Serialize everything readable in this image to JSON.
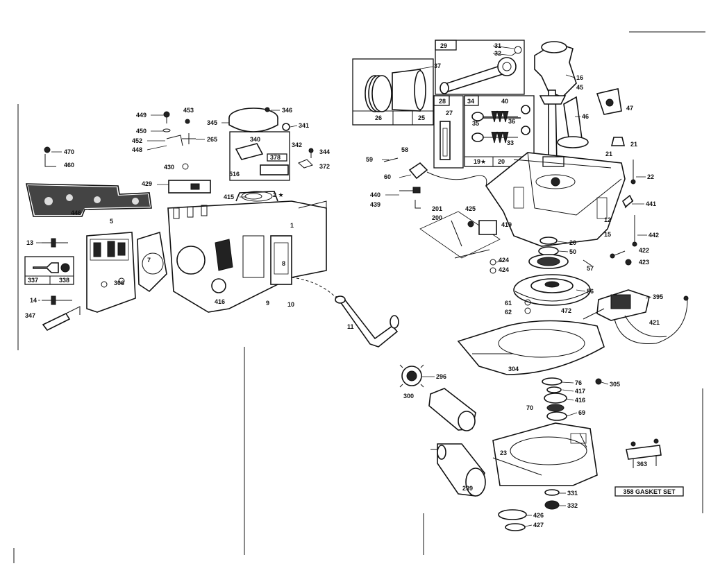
{
  "callouts": [
    {
      "id": "c449",
      "text": "449"
    },
    {
      "id": "c453",
      "text": "453"
    },
    {
      "id": "c345",
      "text": "345"
    },
    {
      "id": "c346",
      "text": "346"
    },
    {
      "id": "c450",
      "text": "450"
    },
    {
      "id": "c341",
      "text": "341"
    },
    {
      "id": "c452",
      "text": "452"
    },
    {
      "id": "c265",
      "text": "265"
    },
    {
      "id": "c448",
      "text": "448"
    },
    {
      "id": "c340",
      "text": "340"
    },
    {
      "id": "c342",
      "text": "342"
    },
    {
      "id": "c344",
      "text": "344"
    },
    {
      "id": "c470",
      "text": "470"
    },
    {
      "id": "c460",
      "text": "460"
    },
    {
      "id": "c378",
      "text": "378"
    },
    {
      "id": "c430",
      "text": "430"
    },
    {
      "id": "c372",
      "text": "372"
    },
    {
      "id": "c516",
      "text": "516"
    },
    {
      "id": "c429",
      "text": "429"
    },
    {
      "id": "c415",
      "text": "415"
    },
    {
      "id": "c2",
      "text": "2 ★"
    },
    {
      "id": "c446",
      "text": "446"
    },
    {
      "id": "c5",
      "text": "5"
    },
    {
      "id": "c1",
      "text": "1"
    },
    {
      "id": "c13",
      "text": "13"
    },
    {
      "id": "c7",
      "text": "7"
    },
    {
      "id": "c8",
      "text": "8"
    },
    {
      "id": "c337",
      "text": "337"
    },
    {
      "id": "c338",
      "text": "338"
    },
    {
      "id": "c306",
      "text": "306"
    },
    {
      "id": "c416",
      "text": "416"
    },
    {
      "id": "c9",
      "text": "9"
    },
    {
      "id": "c10",
      "text": "10"
    },
    {
      "id": "c14",
      "text": "14"
    },
    {
      "id": "c347",
      "text": "347"
    },
    {
      "id": "c11",
      "text": "11"
    },
    {
      "id": "c31",
      "text": "31"
    },
    {
      "id": "c32",
      "text": "32"
    },
    {
      "id": "c29",
      "text": "29"
    },
    {
      "id": "c37",
      "text": "37"
    },
    {
      "id": "c26",
      "text": "26"
    },
    {
      "id": "c25",
      "text": "25"
    },
    {
      "id": "c16",
      "text": "16"
    },
    {
      "id": "c45",
      "text": "45"
    },
    {
      "id": "c28",
      "text": "28"
    },
    {
      "id": "c27",
      "text": "27"
    },
    {
      "id": "c34",
      "text": "34"
    },
    {
      "id": "c40",
      "text": "40"
    },
    {
      "id": "c35",
      "text": "35"
    },
    {
      "id": "c36",
      "text": "36"
    },
    {
      "id": "c33",
      "text": "33"
    },
    {
      "id": "c19",
      "text": "19★"
    },
    {
      "id": "c20",
      "text": "20"
    },
    {
      "id": "c46",
      "text": "46"
    },
    {
      "id": "c47",
      "text": "47"
    },
    {
      "id": "c21a",
      "text": "21"
    },
    {
      "id": "c21b",
      "text": "21"
    },
    {
      "id": "c59",
      "text": "59"
    },
    {
      "id": "c58",
      "text": "58"
    },
    {
      "id": "c60",
      "text": "60"
    },
    {
      "id": "c22",
      "text": "22"
    },
    {
      "id": "c440",
      "text": "440"
    },
    {
      "id": "c439",
      "text": "439"
    },
    {
      "id": "c201",
      "text": "201"
    },
    {
      "id": "c200",
      "text": "200"
    },
    {
      "id": "c425",
      "text": "425"
    },
    {
      "id": "c419",
      "text": "419"
    },
    {
      "id": "c441",
      "text": "441"
    },
    {
      "id": "c12",
      "text": "12"
    },
    {
      "id": "c15",
      "text": "15"
    },
    {
      "id": "c442",
      "text": "442"
    },
    {
      "id": "c20b",
      "text": "20"
    },
    {
      "id": "c50",
      "text": "50"
    },
    {
      "id": "c422",
      "text": "422"
    },
    {
      "id": "c424a",
      "text": "424"
    },
    {
      "id": "c424b",
      "text": "424"
    },
    {
      "id": "c423",
      "text": "423"
    },
    {
      "id": "c57",
      "text": "57"
    },
    {
      "id": "c56",
      "text": "56"
    },
    {
      "id": "c61",
      "text": "61"
    },
    {
      "id": "c62",
      "text": "62"
    },
    {
      "id": "c472",
      "text": "472"
    },
    {
      "id": "c395",
      "text": "395"
    },
    {
      "id": "c421",
      "text": "421"
    },
    {
      "id": "c304",
      "text": "304"
    },
    {
      "id": "c296",
      "text": "296"
    },
    {
      "id": "c76",
      "text": "76"
    },
    {
      "id": "c417",
      "text": "417"
    },
    {
      "id": "c305",
      "text": "305"
    },
    {
      "id": "c300",
      "text": "300"
    },
    {
      "id": "c416b",
      "text": "416"
    },
    {
      "id": "c70",
      "text": "70"
    },
    {
      "id": "c69",
      "text": "69"
    },
    {
      "id": "c23",
      "text": "23"
    },
    {
      "id": "c363",
      "text": "363"
    },
    {
      "id": "c299",
      "text": "299"
    },
    {
      "id": "c331",
      "text": "331"
    },
    {
      "id": "c332",
      "text": "332"
    },
    {
      "id": "c426",
      "text": "426"
    },
    {
      "id": "c427",
      "text": "427"
    }
  ],
  "gasket_set_label": "358 GASKET SET"
}
